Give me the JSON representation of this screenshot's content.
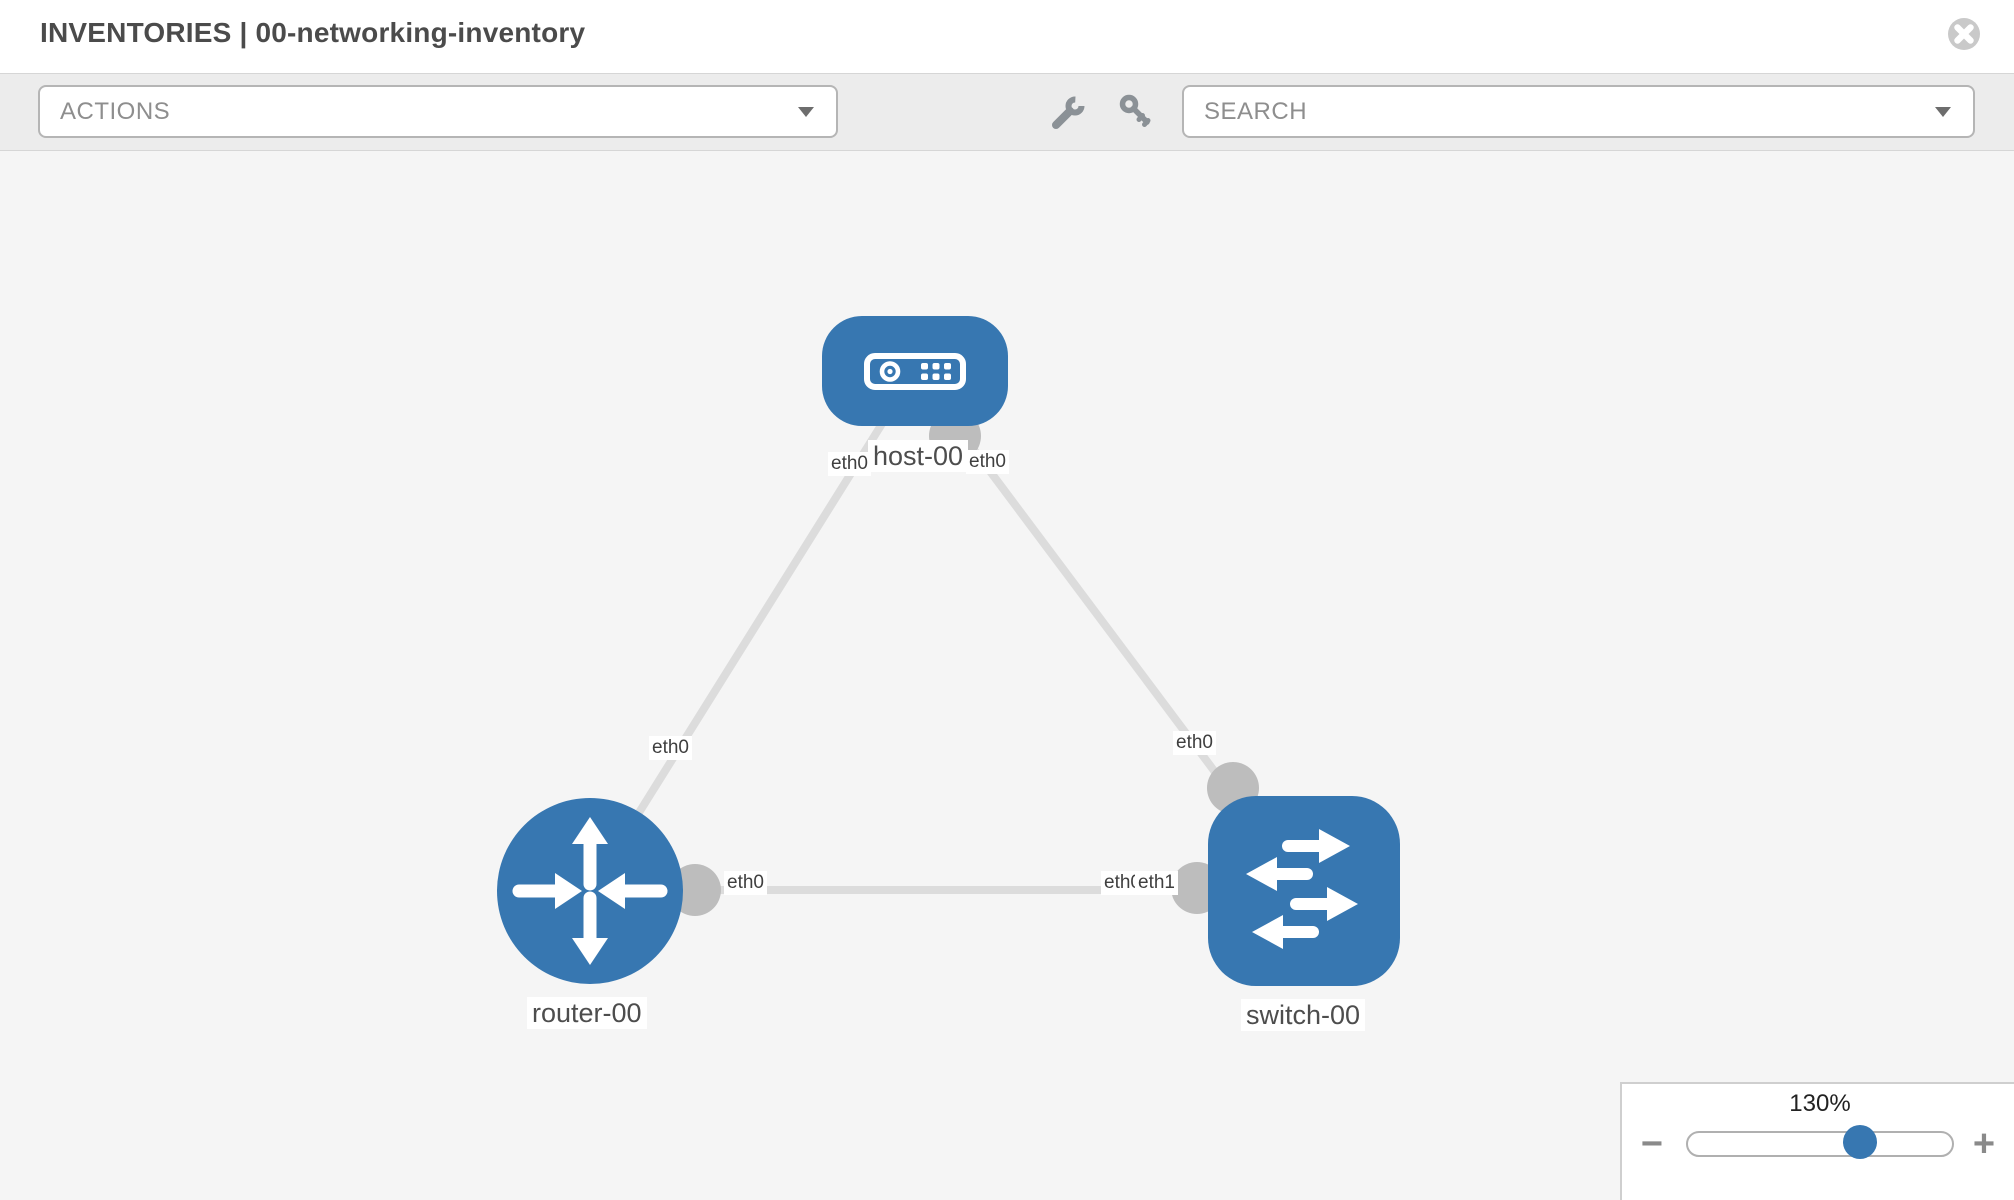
{
  "header": {
    "title": "INVENTORIES | 00-networking-inventory"
  },
  "toolbar": {
    "actions_label": "ACTIONS",
    "search_placeholder": "SEARCH",
    "icons": [
      "wrench-icon",
      "key-icon"
    ]
  },
  "graph": {
    "nodes": [
      {
        "label": "host-00",
        "type": "host",
        "shape": "rounded-rect",
        "icon": "host-server-icon"
      },
      {
        "label": "router-00",
        "type": "router",
        "shape": "circle",
        "icon": "router-arrows-icon"
      },
      {
        "label": "switch-00",
        "type": "switch",
        "shape": "rounded-square",
        "icon": "switch-arrows-icon"
      }
    ],
    "links": [
      {
        "from": "host-00",
        "to": "router-00",
        "from_label": "eth0",
        "to_label": "eth0"
      },
      {
        "from": "host-00",
        "to": "switch-00",
        "from_label": "eth0",
        "to_label": "eth0"
      },
      {
        "from": "router-00",
        "to": "switch-00",
        "from_label": "eth0",
        "to_label": "eth1",
        "to_label_clipped": "eth0"
      }
    ]
  },
  "zoom": {
    "level": "130%",
    "minus_label": "−",
    "plus_label": "+"
  },
  "colors": {
    "node_blue": "#3777b1",
    "link_gray": "#dcdcdc",
    "port_gray": "#bdbdbd",
    "toolbar_bg": "#ececec",
    "canvas_bg": "#f5f5f5"
  }
}
